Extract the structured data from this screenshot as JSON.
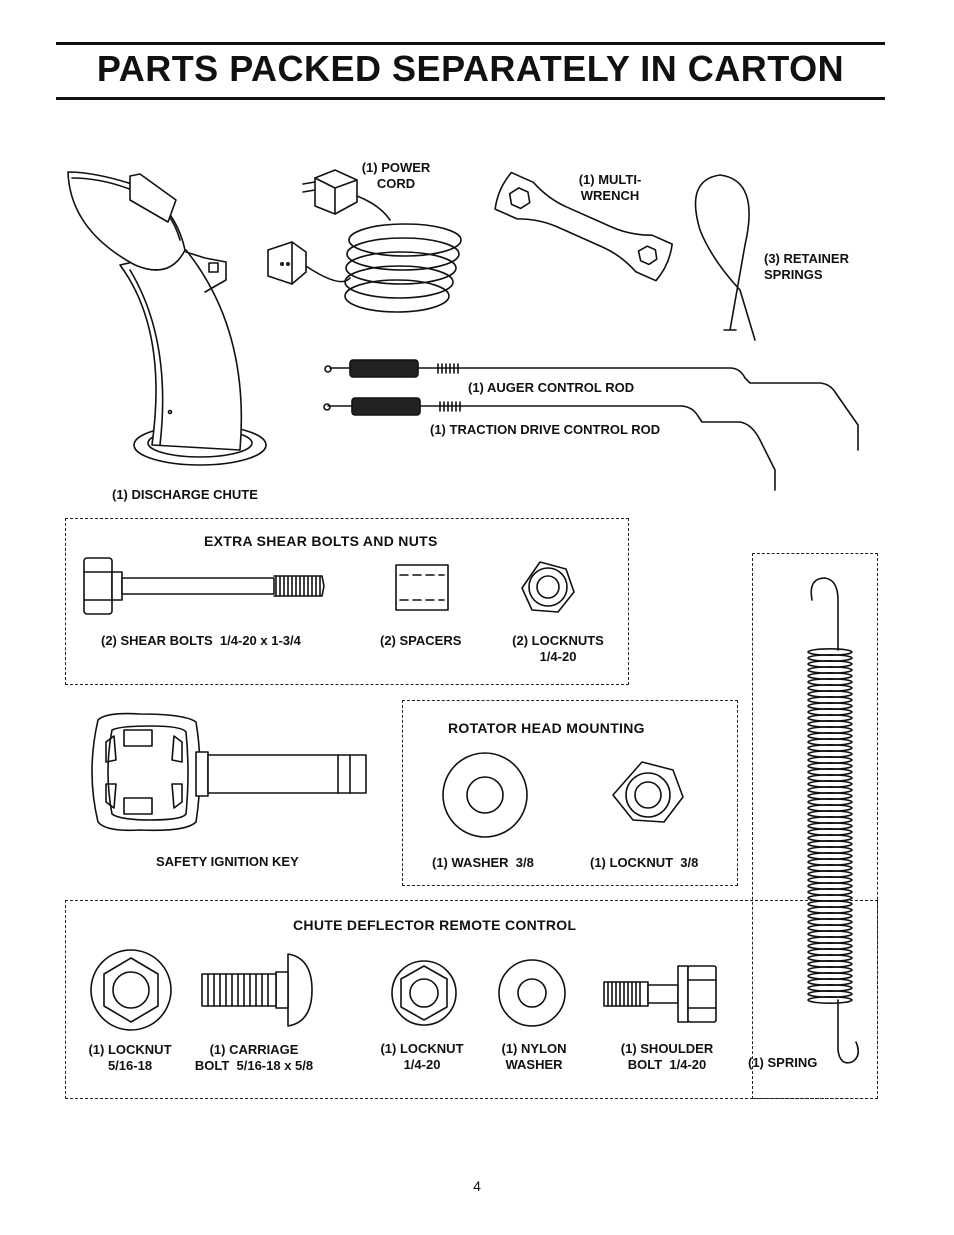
{
  "page": {
    "title": "PARTS PACKED SEPARATELY IN CARTON",
    "page_number": "4"
  },
  "parts": {
    "power_cord": "(1) POWER\nCORD",
    "multi_wrench": "(1) MULTI-\nWRENCH",
    "retainer_springs": "(3) RETAINER\nSPRINGS",
    "auger_rod": "(1) AUGER CONTROL ROD",
    "traction_rod": "(1) TRACTION DRIVE CONTROL ROD",
    "discharge_chute": "(1) DISCHARGE CHUTE",
    "safety_key": "SAFETY IGNITION KEY",
    "spring": "(1) SPRING"
  },
  "shear": {
    "heading": "EXTRA SHEAR BOLTS AND NUTS",
    "bolts": "(2) SHEAR BOLTS  1/4-20 x 1-3/4",
    "spacers": "(2) SPACERS",
    "locknuts": "(2) LOCKNUTS\n1/4-20"
  },
  "rotator": {
    "heading": "ROTATOR HEAD MOUNTING",
    "washer": "(1) WASHER  3/8",
    "locknut": "(1) LOCKNUT  3/8"
  },
  "chute_deflector": {
    "heading": "CHUTE DEFLECTOR REMOTE CONTROL",
    "locknut_516": "(1) LOCKNUT\n5/16-18",
    "carriage_bolt": "(1) CARRIAGE\nBOLT  5/16-18 x 5/8",
    "locknut_14": "(1) LOCKNUT\n1/4-20",
    "nylon_washer": "(1) NYLON\nWASHER",
    "shoulder_bolt": "(1) SHOULDER\nBOLT  1/4-20"
  }
}
